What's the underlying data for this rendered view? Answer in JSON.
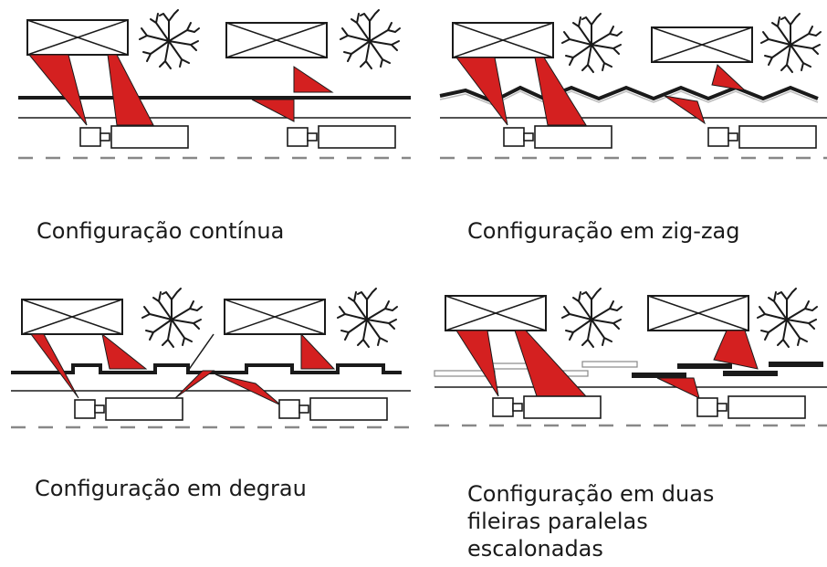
{
  "colors": {
    "reflection": "#d42020",
    "line": "#1a1a1a",
    "dash": "#888888",
    "background": "#ffffff"
  },
  "icons": [
    "building-icon",
    "tree-icon",
    "vehicle-icon",
    "reflection-triangle-icon"
  ],
  "panels": [
    {
      "id": "continua",
      "caption_lines": [
        "Configuração contínua"
      ]
    },
    {
      "id": "zigzag",
      "caption_lines": [
        "Configuração em zig-zag"
      ]
    },
    {
      "id": "degrau",
      "caption_lines": [
        "Configuração em degrau"
      ]
    },
    {
      "id": "paralelas",
      "caption_lines": [
        "Configuração em duas",
        "fileiras paralelas",
        "escalonadas"
      ]
    }
  ]
}
